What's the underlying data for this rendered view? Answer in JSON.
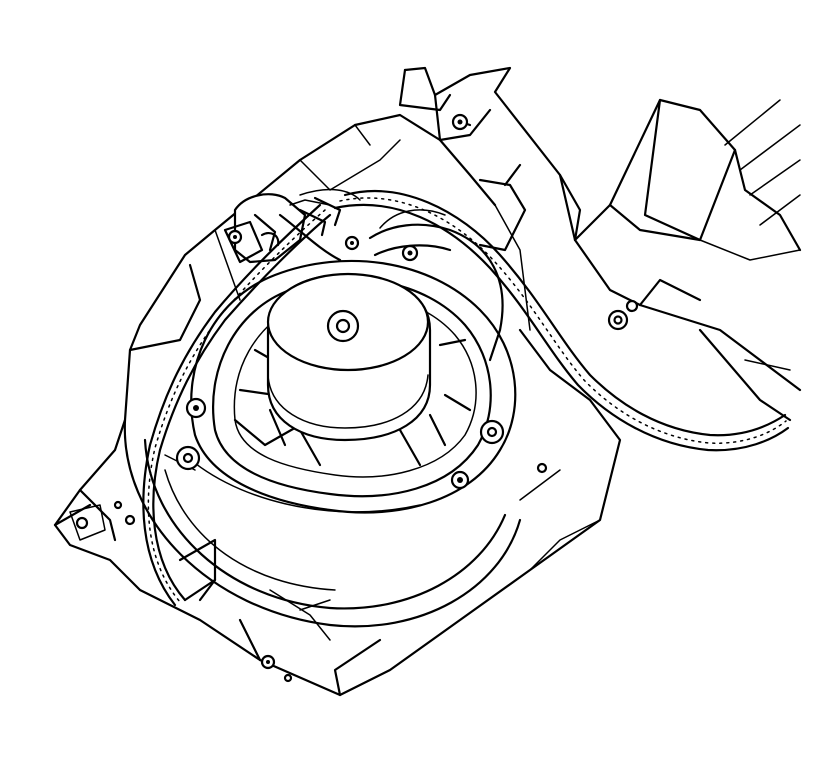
{
  "figure": {
    "background": "#ffffff",
    "line_color": "#000000",
    "components": [
      "blower-motor",
      "fan-wheel",
      "blower-housing",
      "wiring-harness",
      "electrical-connector",
      "mounting-screws",
      "hvac-duct"
    ]
  }
}
